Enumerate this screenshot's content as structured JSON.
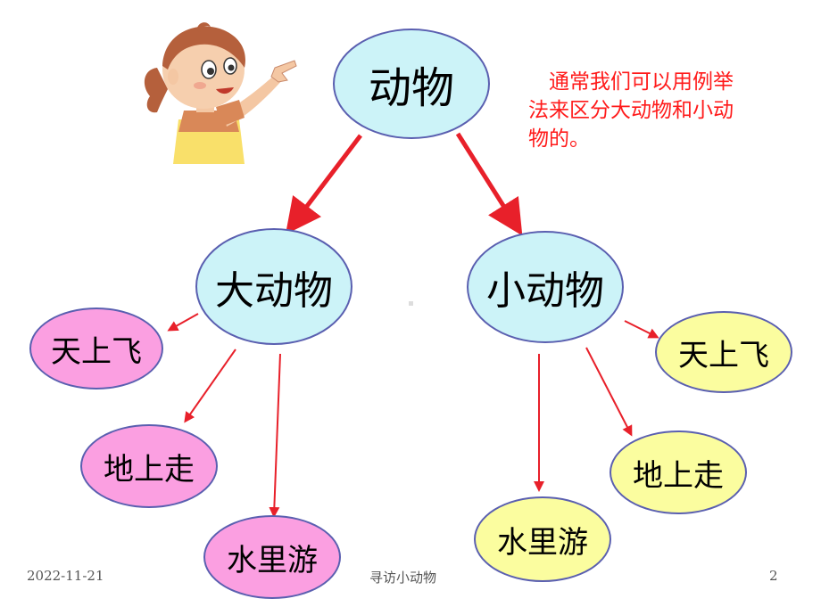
{
  "diagram": {
    "root": "动物",
    "branches": [
      {
        "label": "大动物",
        "children": [
          "天上飞",
          "地上走",
          "水里游"
        ]
      },
      {
        "label": "小动物",
        "children": [
          "天上飞",
          "地上走",
          "水里游"
        ]
      }
    ],
    "note": "通常我们可以用例举法来区分大动物和小动物的。"
  },
  "colors": {
    "arrow": "#e8202a",
    "node_blue": "#ccf3f8",
    "node_pink": "#fb9fe1",
    "node_yellow": "#fbfd9f",
    "note_text": "#ff1a1a"
  },
  "illustration": "girl-pointing",
  "footer": {
    "date": "2022-11-21",
    "title": "寻访小动物",
    "page": "2"
  }
}
